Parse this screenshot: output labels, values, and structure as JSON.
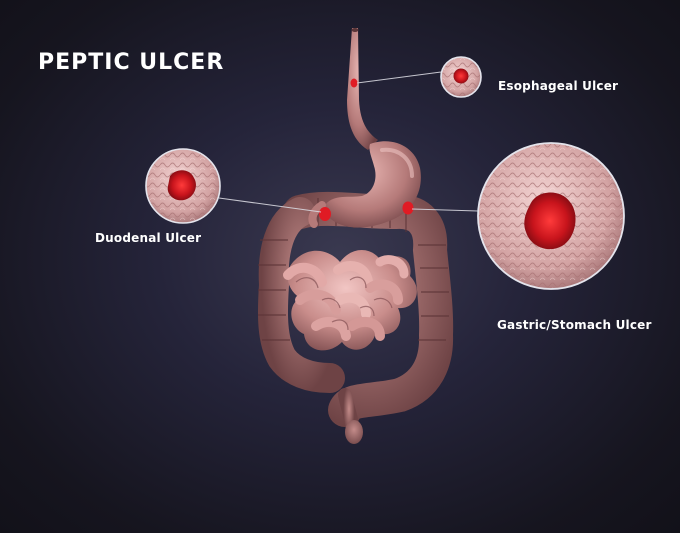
{
  "title": "PEPTIC ULCER",
  "labels": {
    "esophageal": "Esophageal Ulcer",
    "duodenal": "Duodenal Ulcer",
    "gastric": "Gastric/Stomach Ulcer"
  },
  "colors": {
    "background": "#1b1a27",
    "tissue": "#c78a88",
    "ulcer": "#d11a22",
    "text": "#ffffff"
  }
}
